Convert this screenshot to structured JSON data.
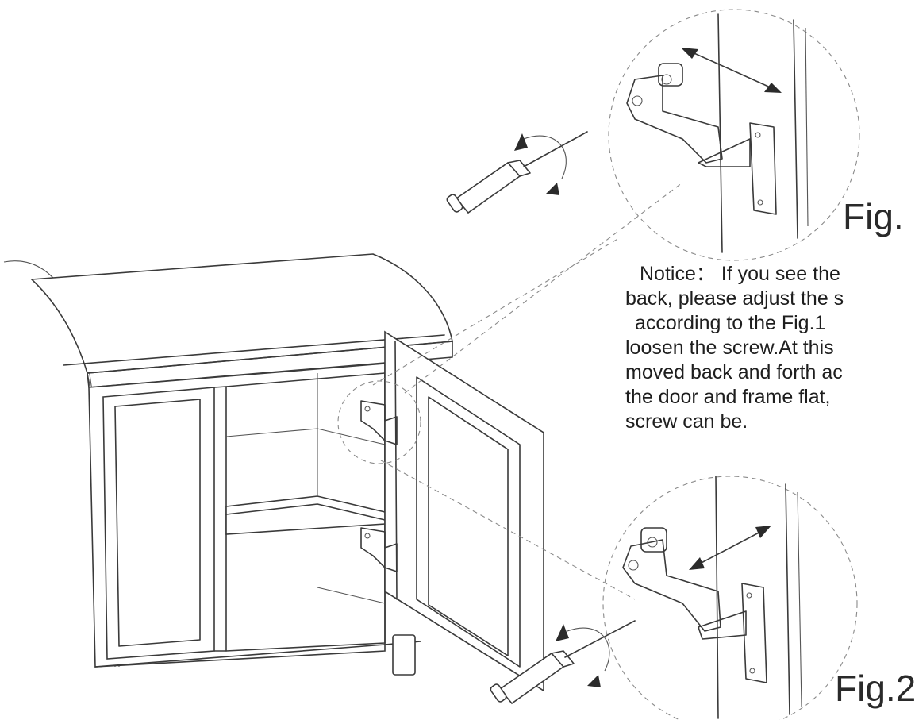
{
  "figures": {
    "fig1_label": "Fig.",
    "fig2_label": "Fig.2"
  },
  "notice": {
    "lines": [
      "Notice： If you see the",
      "back, please adjust the s",
      "according to the Fig.1",
      "loosen the screw.At this",
      "moved back and forth ac",
      "the door and frame flat,",
      "screw can be."
    ]
  },
  "icons": {
    "adjust_arrow": "double-arrow-icon",
    "rotate_arrow": "rotate-arrow-icon",
    "tool": "screwdriver-icon",
    "part": "hinge-icon"
  }
}
